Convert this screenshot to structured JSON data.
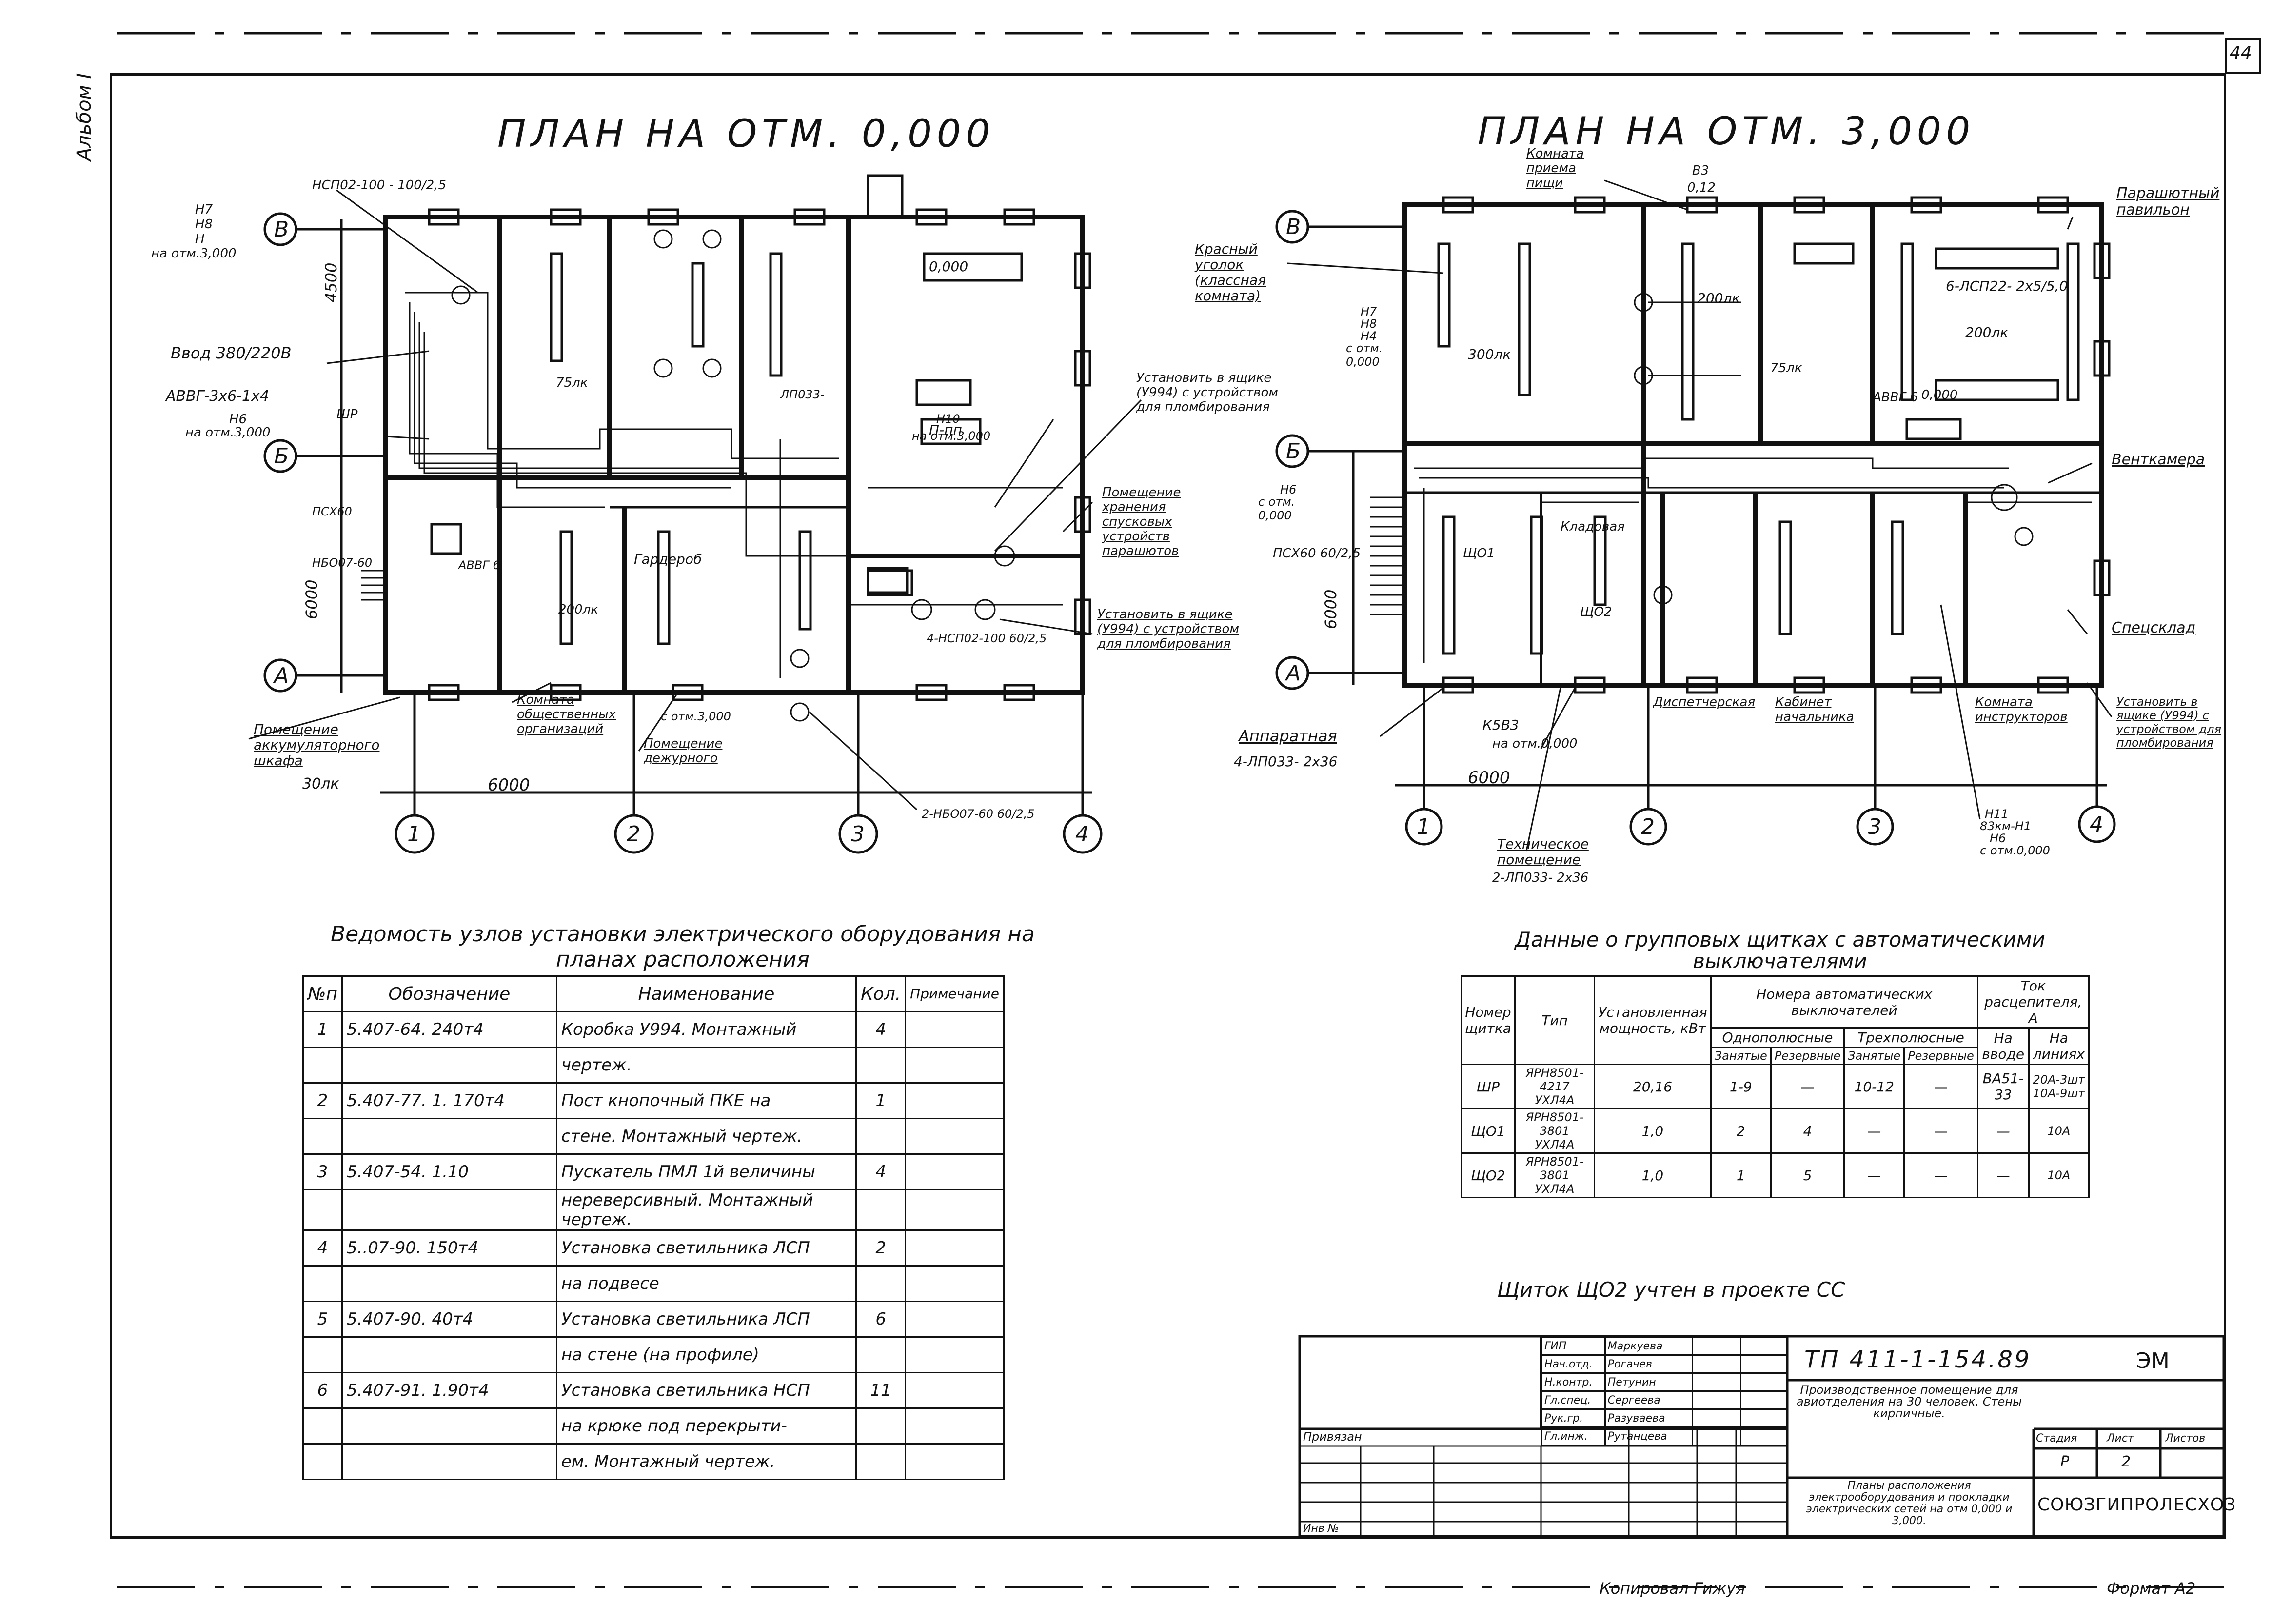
{
  "sheet": {
    "page_number": "44",
    "album_label": "Альбом I",
    "footer_copied": "Копировал Гижуя",
    "footer_format": "Формат А2"
  },
  "plan1": {
    "title": "ПЛАН НА ОТМ. 0,000",
    "axes": [
      "1",
      "2",
      "3",
      "4",
      "А",
      "Б",
      "В"
    ],
    "dims": {
      "width": "6000",
      "h1": "4500",
      "h2": "6000"
    },
    "labels": {
      "nsp": "НСП02-100 - 100/2,5",
      "n7": "Н7",
      "n8": "Н8",
      "n": "Н",
      "on_otm": "на отм.3,000",
      "vvod": "Ввод 380/220В",
      "avvg": "АВВГ-3х6-1х4",
      "n6": "Н6",
      "n6_otm": "на отм.3,000",
      "wr": "ШР",
      "psh": "ПСХ60",
      "nbo": "НБО07-60",
      "avvg6": "АВВГ 6",
      "pp": "П-пп",
      "zero": "0,000",
      "n10": "Н10",
      "n10_otm": "на отм.3,000",
      "lp": "ЛП033-",
      "rooms_200": "200лк",
      "rooms_75": "75лк",
      "lux30": "30лк",
      "garderob": "Гардероб",
      "c_otm": "с отм.3,000",
      "nsp100": "4-НСП02-100 60/2,5",
      "nbo2": "2-НБО07-60 60/2,5"
    },
    "callouts": [
      "Помещение аккумуляторного шкафа",
      "Комната общественных организаций",
      "Помещение дежурного",
      "Установить в ящике (У994) с устройством для пломбирования",
      "Помещение хранения спусковых устройств парашютов",
      "Установить в ящике (У994) с устройством для пломбирования"
    ]
  },
  "plan2": {
    "title": "ПЛАН НА ОТМ. 3,000",
    "axes": [
      "1",
      "2",
      "3",
      "4",
      "А",
      "Б",
      "В"
    ],
    "dims": {
      "width": "6000",
      "h": "6000"
    },
    "labels": {
      "komnata_priema": "Комната приема пищи",
      "b3": "В3",
      "b3v": "0,12",
      "krasny": "Красный уголок (классная комната)",
      "parashut": "Парашютный павильон",
      "lp300": "300лк",
      "lp200": "200лк",
      "lux75": "75лк",
      "lp6": "6-ЛСП22- 2х5/5,0",
      "n7": "Н7",
      "n8": "Н8",
      "n4": "Н4",
      "c_otm": "с отм. 0,000",
      "n6": "Н6",
      "n6_c": "с отм. 0,000",
      "psh": "ПСХ60 60/2,5",
      "venkamera": "Венткамера",
      "spetssklad": "Спецсклад",
      "apparatnaya": "Аппаратная",
      "apparatnaya_lp": "4-ЛП033- 2х36",
      "ksb": "К5В3",
      "ksb_otm": "на отм.0,000",
      "dispetcher": "Диспетчерская",
      "kabinet": "Кабинет начальника",
      "komnata_instr": "Комната инструкторов",
      "tech": "Техническое помещение",
      "tech_lp": "2-ЛП033- 2х36",
      "n11": "Н11",
      "k": "83км-Н1",
      "n6b": "Н6",
      "c_otm2": "с отм.0,000",
      "klad": "Кладовая",
      "wr1": "ЩО1",
      "wr2": "ЩО2",
      "avvg": "АВВГ 6",
      "zero": "0,000",
      "ustanovit": "Установить в ящике (У994) с устройством для пломбирования"
    }
  },
  "vedomost": {
    "caption": "Ведомость узлов установки электрического оборудования на планах расположения",
    "headers": [
      "№п",
      "Обозначение",
      "Наименование",
      "Кол.",
      "Примечание"
    ],
    "rows": [
      [
        "1",
        "5.407-64. 240т4",
        "Коробка У994. Монтажный",
        "4",
        ""
      ],
      [
        "",
        "",
        "чертеж.",
        "",
        ""
      ],
      [
        "2",
        "5.407-77. 1. 170т4",
        "Пост кнопочный ПКЕ на",
        "1",
        ""
      ],
      [
        "",
        "",
        "стене. Монтажный чертеж.",
        "",
        ""
      ],
      [
        "3",
        "5.407-54. 1.10",
        "Пускатель ПМЛ 1й величины",
        "4",
        ""
      ],
      [
        "",
        "",
        "нереверсивный. Монтажный чертеж.",
        "",
        ""
      ],
      [
        "4",
        "5..07-90. 150т4",
        "Установка светильника ЛСП",
        "2",
        ""
      ],
      [
        "",
        "",
        "на подвесе",
        "",
        ""
      ],
      [
        "5",
        "5.407-90. 40т4",
        "Установка светильника ЛСП",
        "6",
        ""
      ],
      [
        "",
        "",
        "на стене (на профиле)",
        "",
        ""
      ],
      [
        "6",
        "5.407-91. 1.90т4",
        "Установка светильника НСП",
        "11",
        ""
      ],
      [
        "",
        "",
        "на крюке под перекрыти-",
        "",
        ""
      ],
      [
        "",
        "",
        "ем. Монтажный чертеж.",
        "",
        ""
      ]
    ]
  },
  "shitki": {
    "caption": "Данные о групповых щитках с автоматическими выключателями",
    "h_nomer": "Номер щитка",
    "h_tip": "Тип",
    "h_moshch": "Установленная мощность, кВт",
    "h_avtomat": "Номера автоматических выключателей",
    "h_odno": "Однополюсные",
    "h_trekh": "Трехполюсные",
    "h_zan": "Занятые",
    "h_rez": "Резервные",
    "h_tok": "Ток расцепителя, А",
    "h_vvod": "На вводе",
    "h_linii": "На линиях",
    "rows": [
      [
        "ШР",
        "ЯРН8501-4217 УХЛ4А",
        "20,16",
        "1-9",
        "—",
        "10-12",
        "—",
        "ВА51-33",
        "20А-3шт 10А-9шт"
      ],
      [
        "ЩО1",
        "ЯРН8501-3801 УХЛ4А",
        "1,0",
        "2",
        "4",
        "—",
        "—",
        "—",
        "10А"
      ],
      [
        "ЩО2",
        "ЯРН8501-3801 УХЛ4А",
        "1,0",
        "1",
        "5",
        "—",
        "—",
        "—",
        "10А"
      ]
    ],
    "note": "Щиток ЩО2 учтен в проекте СС"
  },
  "stamp": {
    "doc_code": "ТП 411-1-154.89",
    "mark": "ЭМ",
    "privyazan": "Привязан",
    "inv": "Инв №",
    "people": [
      [
        "ГИП",
        "Маркуева"
      ],
      [
        "Нач.отд.",
        "Рогачев"
      ],
      [
        "Н.контр.",
        "Петунин"
      ],
      [
        "Гл.спец.",
        "Сергеева"
      ],
      [
        "Рук.гр.",
        "Разуваева"
      ],
      [
        "Гл.инж.",
        "Рутанцева"
      ]
    ],
    "object": "Производственное помещение для авиотделения на 30 человек. Стены кирпичные.",
    "sheet_title": "Планы расположения электрооборудования и прокладки электрических сетей на отм 0,000 и 3,000.",
    "h_stadiya": "Стадия",
    "h_list": "Лист",
    "h_listov": "Листов",
    "stadiya": "Р",
    "list": "2",
    "listov": "",
    "org": "СОЮЗГИПРОЛЕСХОЗ"
  }
}
